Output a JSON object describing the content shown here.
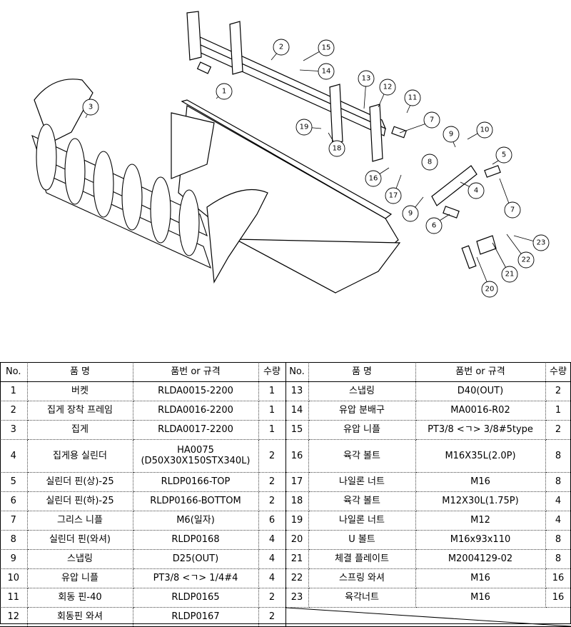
{
  "table": {
    "headers": {
      "no": "No.",
      "name": "품    명",
      "spec": "품번 or 규격",
      "qty": "수량"
    },
    "rows_left": [
      {
        "no": "1",
        "name": "버켓",
        "spec": "RLDA0015-2200",
        "qty": "1"
      },
      {
        "no": "2",
        "name": "집게 장착 프레임",
        "spec": "RLDA0016-2200",
        "qty": "1"
      },
      {
        "no": "3",
        "name": "집게",
        "spec": "RLDA0017-2200",
        "qty": "1"
      },
      {
        "no": "4",
        "name": "집게용 실린더",
        "spec": "HA0075\n(D50X30X150STX340L)",
        "qty": "2"
      },
      {
        "no": "5",
        "name": "실린더 핀(상)-25",
        "spec": "RLDP0166-TOP",
        "qty": "2"
      },
      {
        "no": "6",
        "name": "실린더 핀(하)-25",
        "spec": "RLDP0166-BOTTOM",
        "qty": "2"
      },
      {
        "no": "7",
        "name": "그리스 니플",
        "spec": "M6(일자)",
        "qty": "6"
      },
      {
        "no": "8",
        "name": "실린더 핀(와셔)",
        "spec": "RLDP0168",
        "qty": "4"
      },
      {
        "no": "9",
        "name": "스냅링",
        "spec": "D25(OUT)",
        "qty": "4"
      },
      {
        "no": "10",
        "name": "유압 니플",
        "spec": "PT3/8 <ㄱ> 1/4#4",
        "qty": "4"
      },
      {
        "no": "11",
        "name": "회동 핀-40",
        "spec": "RLDP0165",
        "qty": "2"
      },
      {
        "no": "12",
        "name": "회동핀 와셔",
        "spec": "RLDP0167",
        "qty": "2"
      }
    ],
    "rows_right": [
      {
        "no": "13",
        "name": "스냅링",
        "spec": "D40(OUT)",
        "qty": "2"
      },
      {
        "no": "14",
        "name": "유압 분배구",
        "spec": "MA0016-R02",
        "qty": "1"
      },
      {
        "no": "15",
        "name": "유압 니플",
        "spec": "PT3/8 <ㄱ> 3/8#5type",
        "qty": "2"
      },
      {
        "no": "16",
        "name": "육각 볼트",
        "spec": "M16X35L(2.0P)",
        "qty": "8"
      },
      {
        "no": "17",
        "name": "나일론 너트",
        "spec": "M16",
        "qty": "8"
      },
      {
        "no": "18",
        "name": "육각 볼트",
        "spec": "M12X30L(1.75P)",
        "qty": "4"
      },
      {
        "no": "19",
        "name": "나일론 너트",
        "spec": "M12",
        "qty": "4"
      },
      {
        "no": "20",
        "name": "U 볼트",
        "spec": "M16x93x110",
        "qty": "8"
      },
      {
        "no": "21",
        "name": "체결 플레이트",
        "spec": "M2004129-02",
        "qty": "8"
      },
      {
        "no": "22",
        "name": "스프링 와셔",
        "spec": "M16",
        "qty": "16"
      },
      {
        "no": "23",
        "name": "육각너트",
        "spec": "M16",
        "qty": "16"
      }
    ]
  },
  "callouts": [
    "1",
    "2",
    "3",
    "4",
    "5",
    "6",
    "7",
    "7",
    "8",
    "9",
    "9",
    "10",
    "11",
    "12",
    "13",
    "14",
    "15",
    "16",
    "17",
    "18",
    "19",
    "20",
    "21",
    "22",
    "23"
  ]
}
